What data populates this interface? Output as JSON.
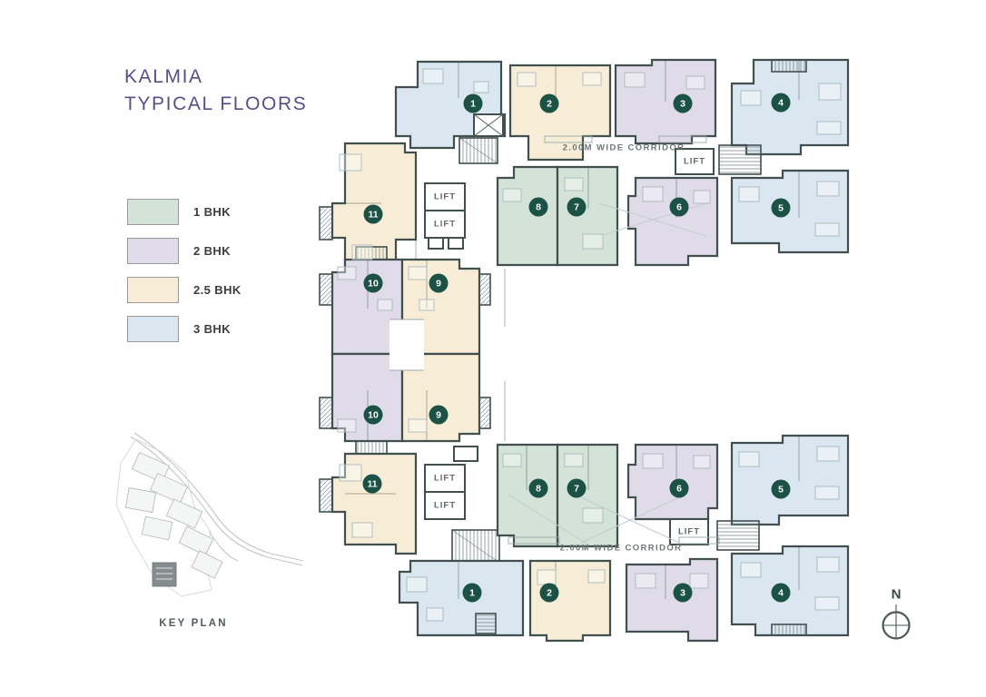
{
  "title": {
    "line1": "KALMIA",
    "line2": "TYPICAL FLOORS"
  },
  "legend": {
    "items": [
      {
        "label": "1 BHK",
        "color": "#d3e3d8"
      },
      {
        "label": "2 BHK",
        "color": "#dfdbe9"
      },
      {
        "label": "2.5 BHK",
        "color": "#f7edd7"
      },
      {
        "label": "3 BHK",
        "color": "#dae6f0"
      }
    ]
  },
  "key_plan": {
    "label": "KEY PLAN"
  },
  "plan": {
    "corridor_top": "2.00M WIDE CORRIDOR",
    "corridor_bottom": "2.00M WIDE CORRIDOR",
    "lift_label": "LIFT",
    "badges": [
      {
        "number": "1",
        "type": "3 BHK"
      },
      {
        "number": "2",
        "type": "2.5 BHK"
      },
      {
        "number": "3",
        "type": "2 BHK"
      },
      {
        "number": "4",
        "type": "3 BHK"
      },
      {
        "number": "11",
        "type": "2.5 BHK"
      },
      {
        "number": "8",
        "type": "1 BHK"
      },
      {
        "number": "7",
        "type": "1 BHK"
      },
      {
        "number": "6",
        "type": "2 BHK"
      },
      {
        "number": "5",
        "type": "3 BHK"
      },
      {
        "number": "10",
        "type": "2 BHK"
      },
      {
        "number": "9",
        "type": "2.5 BHK"
      },
      {
        "number": "10",
        "type": "2 BHK"
      },
      {
        "number": "9",
        "type": "2.5 BHK"
      },
      {
        "number": "11",
        "type": "2.5 BHK"
      },
      {
        "number": "8",
        "type": "1 BHK"
      },
      {
        "number": "7",
        "type": "1 BHK"
      },
      {
        "number": "6",
        "type": "2 BHK"
      },
      {
        "number": "5",
        "type": "3 BHK"
      },
      {
        "number": "1",
        "type": "3 BHK"
      },
      {
        "number": "2",
        "type": "2.5 BHK"
      },
      {
        "number": "3",
        "type": "2 BHK"
      },
      {
        "number": "4",
        "type": "3 BHK"
      }
    ]
  },
  "compass": {
    "label": "N"
  },
  "colors": {
    "title": "#575088",
    "badge": "#1c5145",
    "wall": "#41504f",
    "bhk1": "#d3e3d8",
    "bhk2": "#dfdbe9",
    "bhk2_5": "#f7edd7",
    "bhk3": "#dae6f0"
  }
}
